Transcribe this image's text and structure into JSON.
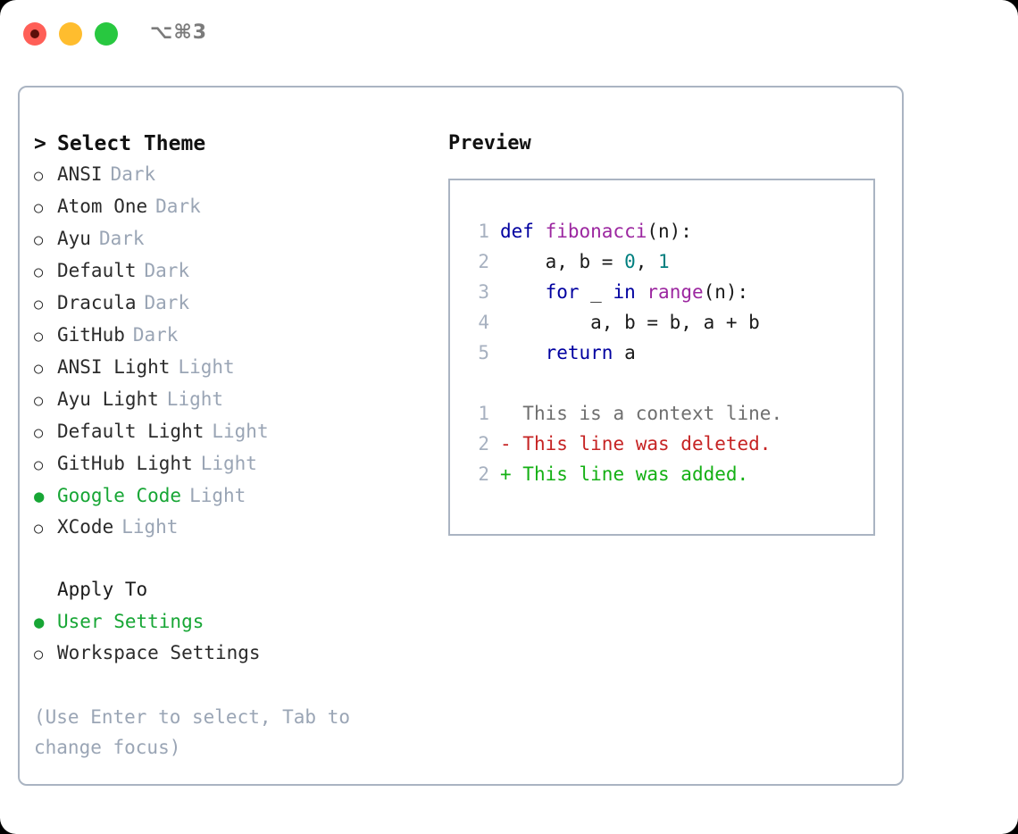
{
  "window": {
    "traffic_lights": [
      "close",
      "minimize",
      "maximize"
    ],
    "shortcut_label": "⌥⌘3"
  },
  "theme_picker": {
    "header_caret": ">",
    "header_label": "Select Theme",
    "bullet_unselected": "○",
    "bullet_selected": "●",
    "items": [
      {
        "name": "ANSI",
        "kind": "Dark",
        "selected": false
      },
      {
        "name": "Atom One",
        "kind": "Dark",
        "selected": false
      },
      {
        "name": "Ayu",
        "kind": "Dark",
        "selected": false
      },
      {
        "name": "Default",
        "kind": "Dark",
        "selected": false
      },
      {
        "name": "Dracula",
        "kind": "Dark",
        "selected": false
      },
      {
        "name": "GitHub",
        "kind": "Dark",
        "selected": false
      },
      {
        "name": "ANSI Light",
        "kind": "Light",
        "selected": false
      },
      {
        "name": "Ayu Light",
        "kind": "Light",
        "selected": false
      },
      {
        "name": "Default Light",
        "kind": "Light",
        "selected": false
      },
      {
        "name": "GitHub Light",
        "kind": "Light",
        "selected": false
      },
      {
        "name": "Google Code",
        "kind": "Light",
        "selected": true
      },
      {
        "name": "XCode",
        "kind": "Light",
        "selected": false
      }
    ]
  },
  "apply_to": {
    "header_label": "Apply To",
    "options": [
      {
        "name": "User Settings",
        "selected": true
      },
      {
        "name": "Workspace Settings",
        "selected": false
      }
    ]
  },
  "hint": {
    "text": "(Use Enter to select, Tab to change focus)"
  },
  "preview": {
    "title": "Preview",
    "code_lines": [
      {
        "no": "1",
        "tokens": [
          {
            "t": "def ",
            "c": "kw"
          },
          {
            "t": "fibonacci",
            "c": "fn"
          },
          {
            "t": "(n):",
            "c": "pln"
          }
        ]
      },
      {
        "no": "2",
        "tokens": [
          {
            "t": "    a, b = ",
            "c": "pln"
          },
          {
            "t": "0",
            "c": "num"
          },
          {
            "t": ", ",
            "c": "pln"
          },
          {
            "t": "1",
            "c": "num"
          }
        ]
      },
      {
        "no": "3",
        "tokens": [
          {
            "t": "    ",
            "c": "pln"
          },
          {
            "t": "for",
            "c": "kw"
          },
          {
            "t": " _ ",
            "c": "pln"
          },
          {
            "t": "in",
            "c": "kw"
          },
          {
            "t": " ",
            "c": "pln"
          },
          {
            "t": "range",
            "c": "fn"
          },
          {
            "t": "(n):",
            "c": "pln"
          }
        ]
      },
      {
        "no": "4",
        "tokens": [
          {
            "t": "        a, b = b, a + b",
            "c": "pln"
          }
        ]
      },
      {
        "no": "5",
        "tokens": [
          {
            "t": "    ",
            "c": "pln"
          },
          {
            "t": "return",
            "c": "kw"
          },
          {
            "t": " a",
            "c": "pln"
          }
        ]
      }
    ],
    "diff_lines": [
      {
        "no": "1",
        "marker": "  ",
        "text": "This is a context line.",
        "cls": "ctx"
      },
      {
        "no": "2",
        "marker": "- ",
        "text": "This line was deleted.",
        "cls": "del"
      },
      {
        "no": "2",
        "marker": "+ ",
        "text": "This line was added.",
        "cls": "add"
      }
    ]
  },
  "colors": {
    "border": "#aab4c2",
    "muted_text": "#9aa5b5",
    "accent_green": "#17a635",
    "keyword": "#0000a0",
    "function": "#9c27a0",
    "number": "#007f7f",
    "diff_deleted": "#c62424",
    "diff_added": "#14b014",
    "traffic_red": "#ff5f57",
    "traffic_yellow": "#ffbd2e",
    "traffic_green": "#28c840"
  }
}
